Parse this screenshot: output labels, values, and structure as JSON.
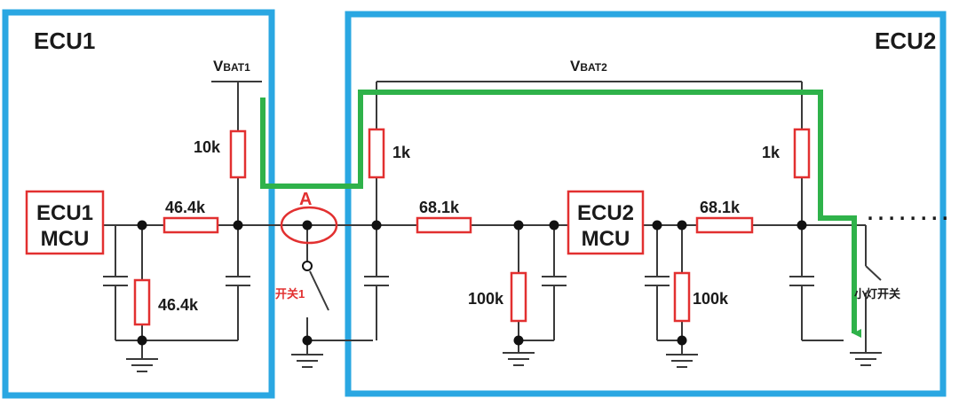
{
  "ecu1": {
    "title": "ECU1",
    "mcu_line1": "ECU1",
    "mcu_line2": "MCU"
  },
  "ecu2": {
    "title": "ECU2",
    "mcu_line1": "ECU2",
    "mcu_line2": "MCU"
  },
  "supply": {
    "vbat1_main": "V",
    "vbat1_sub": "BAT1",
    "vbat2_main": "V",
    "vbat2_sub": "BAT2"
  },
  "components": {
    "r_pullup_ecu1": "10k",
    "r_series_ecu1": "46.4k",
    "r_pulldown_ecu1": "46.4k",
    "r_pullup_ecu2_left": "1k",
    "r_pullup_ecu2_right": "1k",
    "r_series_ecu2_left": "68.1k",
    "r_series_ecu2_right": "68.1k",
    "r_pulldown_ecu2_left": "100k",
    "r_pulldown_ecu2_right": "100k"
  },
  "labels": {
    "node_a": "A",
    "switch1": "开关1",
    "light_switch": "小灯开关",
    "continuation": "........"
  },
  "colors": {
    "box_border": "#2aa7e2",
    "component_red": "#e23030",
    "wire_dark": "#3a3a3a",
    "current_path_green": "#2fb24a"
  }
}
